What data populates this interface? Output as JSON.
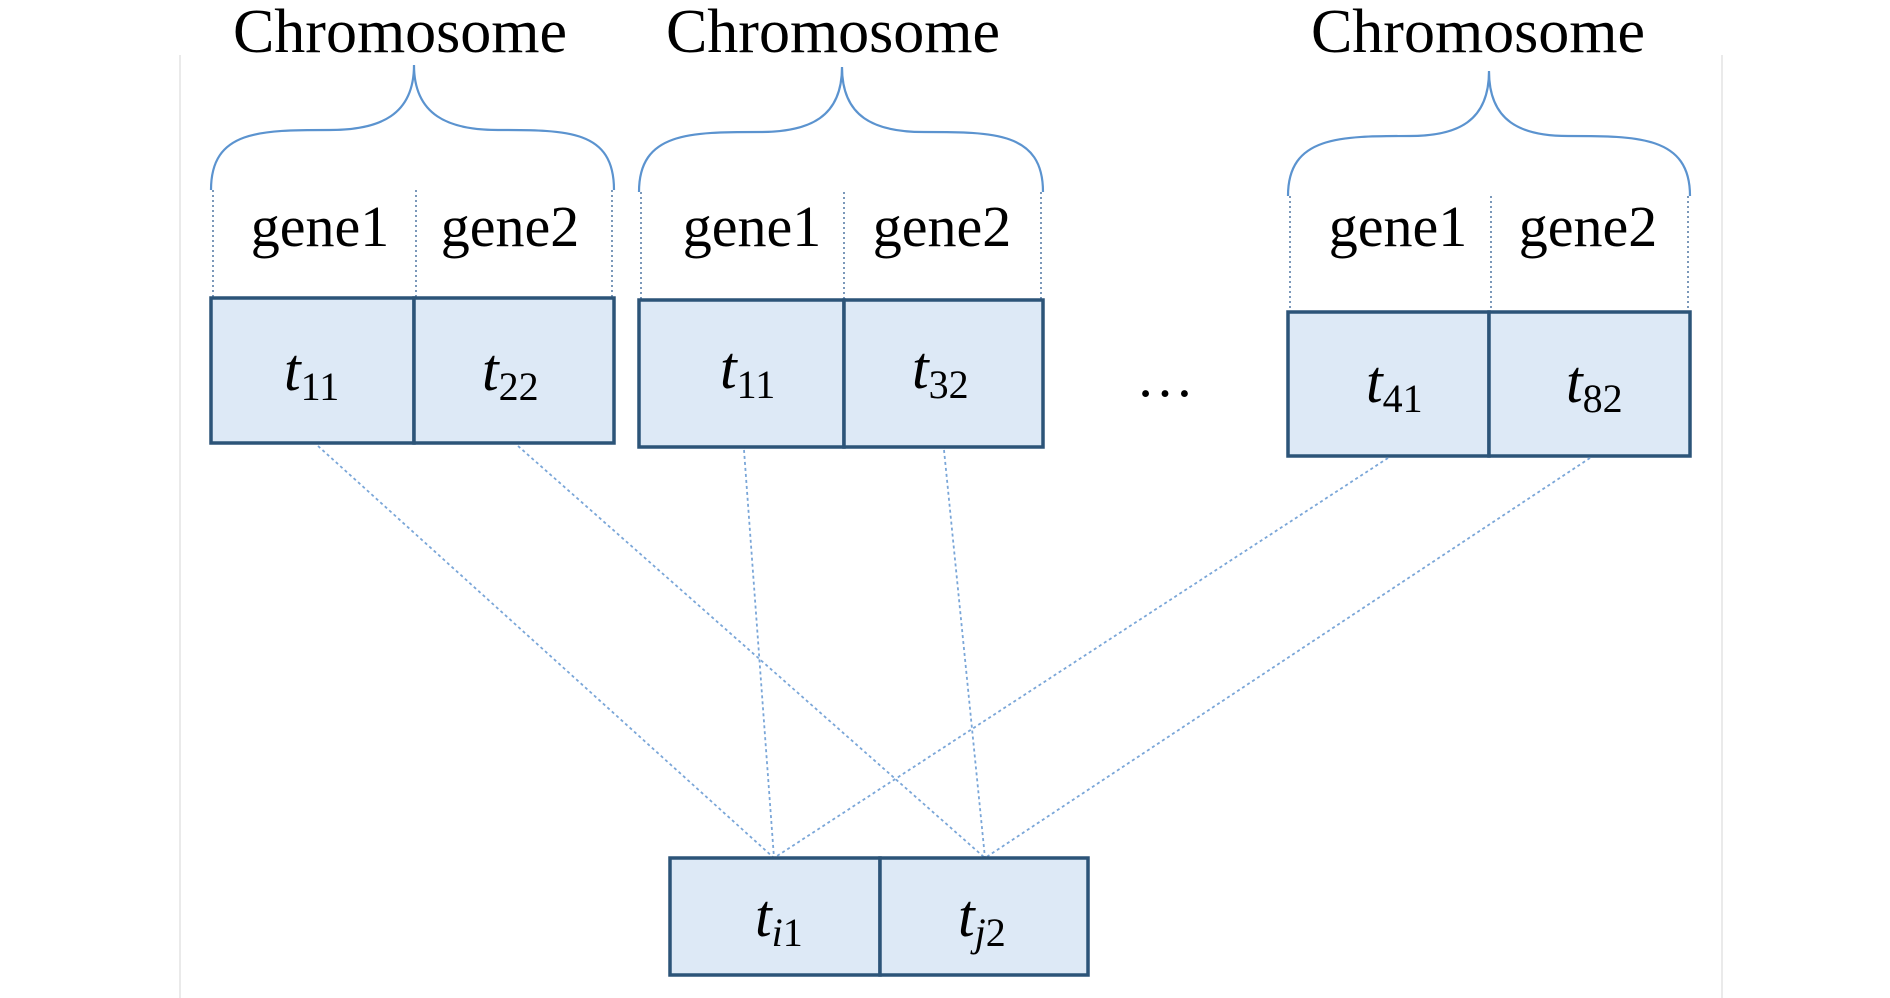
{
  "chromosomes": [
    {
      "label": "Chromosome",
      "genes": [
        "gene1",
        "gene2"
      ],
      "cells": [
        {
          "base": "t",
          "sub": "11"
        },
        {
          "base": "t",
          "sub": "22"
        }
      ]
    },
    {
      "label": "Chromosome",
      "genes": [
        "gene1",
        "gene2"
      ],
      "cells": [
        {
          "base": "t",
          "sub": "11"
        },
        {
          "base": "t",
          "sub": "32"
        }
      ]
    },
    {
      "label": "Chromosome",
      "genes": [
        "gene1",
        "gene2"
      ],
      "cells": [
        {
          "base": "t",
          "sub": "41"
        },
        {
          "base": "t",
          "sub": "82"
        }
      ]
    }
  ],
  "ellipsis": "…",
  "offspring": {
    "cells": [
      {
        "base": "t",
        "sub_var": "i",
        "sub_num": "1"
      },
      {
        "base": "t",
        "sub_var": "j",
        "sub_num": "2"
      }
    ]
  },
  "colors": {
    "cell_fill": "#dde9f6",
    "cell_border": "#2c5478",
    "brace": "#5b93cf",
    "link": "#7aa6d8"
  }
}
